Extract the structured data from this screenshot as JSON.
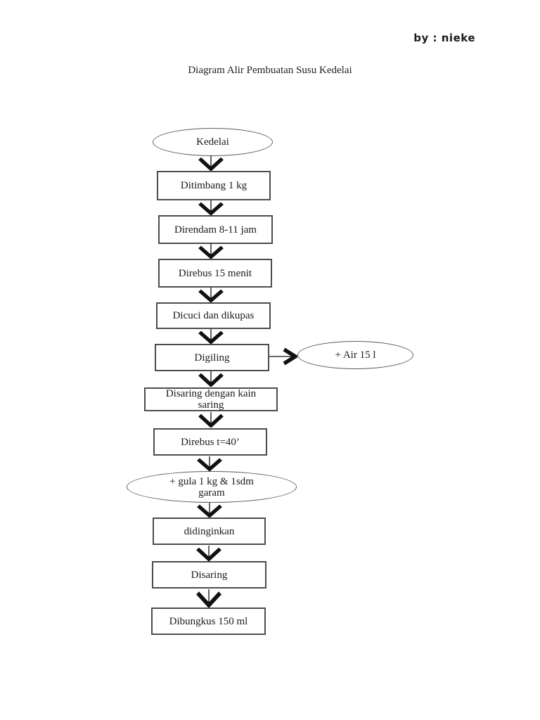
{
  "page": {
    "byline": "by : nieke",
    "title": "Diagram Alir Pembuatan Susu Kedelai"
  },
  "colors": {
    "ink": "#1a1a1a",
    "background": "#ffffff"
  },
  "flowchart": {
    "nodes": [
      {
        "type": "ellipse",
        "label": "Kedelai"
      },
      {
        "type": "rect",
        "label": "Ditimbang 1 kg"
      },
      {
        "type": "rect",
        "label": "Direndam 8-11 jam"
      },
      {
        "type": "rect",
        "label": "Direbus 15 menit"
      },
      {
        "type": "rect",
        "label": "Dicuci dan dikupas"
      },
      {
        "type": "rect",
        "label": "Digiling"
      },
      {
        "type": "rect",
        "label": "Disaring dengan kain\nsaring"
      },
      {
        "type": "rect",
        "label": "Direbus t=40’"
      },
      {
        "type": "ellipse",
        "label": "+ gula 1 kg & 1sdm\ngaram"
      },
      {
        "type": "rect",
        "label": "didinginkan"
      },
      {
        "type": "rect",
        "label": "Disaring"
      },
      {
        "type": "rect",
        "label": "Dibungkus 150 ml"
      }
    ],
    "side_input": {
      "type": "ellipse",
      "label": "+ Air 15 l"
    }
  }
}
